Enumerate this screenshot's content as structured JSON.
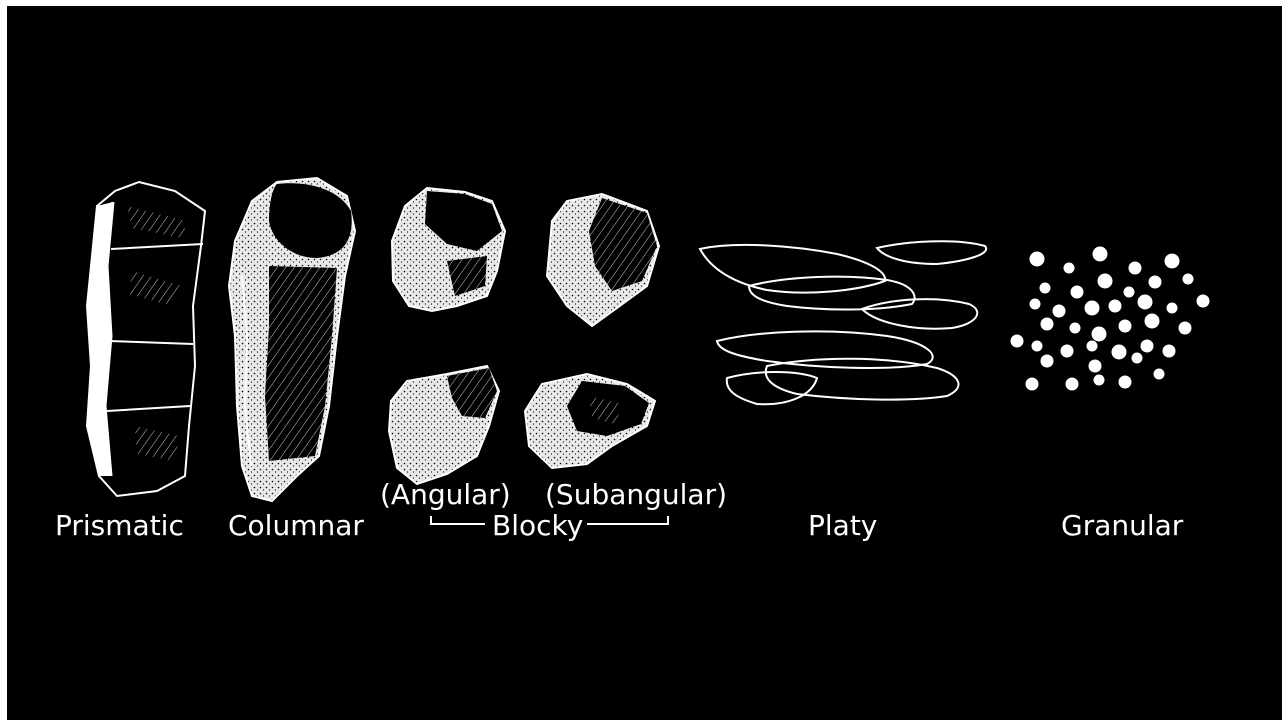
{
  "colors": {
    "background": "#000000",
    "frame": "#ffffff",
    "foreground": "#ffffff"
  },
  "structures": [
    {
      "id": "prismatic",
      "label": "Prismatic"
    },
    {
      "id": "columnar",
      "label": "Columnar"
    },
    {
      "id": "blocky",
      "label": "Blocky",
      "subtypes": [
        {
          "id": "angular",
          "label": "(Angular)"
        },
        {
          "id": "subangular",
          "label": "(Subangular)"
        }
      ]
    },
    {
      "id": "platy",
      "label": "Platy"
    },
    {
      "id": "granular",
      "label": "Granular"
    }
  ]
}
